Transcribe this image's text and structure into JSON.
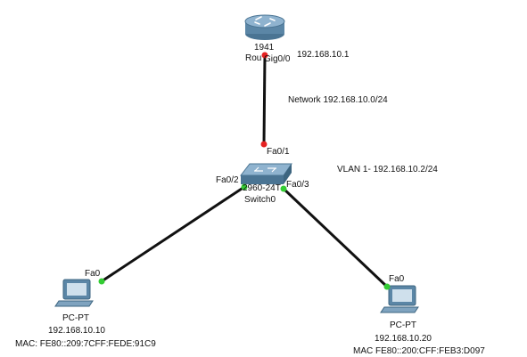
{
  "colors": {
    "link": "#111111",
    "port_up": "#33cc33",
    "port_down": "#e52222",
    "device_blue": "#5b86a6",
    "background": "#ffffff"
  },
  "router": {
    "icon": "router-icon",
    "model": "1941",
    "name": "Rou",
    "port": "Gig0/0",
    "ip": "192.168.10.1"
  },
  "switch": {
    "icon": "switch-icon",
    "model": "2960-24T",
    "name": "Switch0",
    "port_uplink": "Fa0/1",
    "port_pc0": "Fa0/2",
    "port_pc1": "Fa0/3",
    "vlan": "VLAN 1- 192.168.10.2/24"
  },
  "network_label": "Network 192.168.10.0/24",
  "pcs": [
    {
      "icon": "pc-icon",
      "port": "Fa0",
      "type": "PC-PT",
      "ip": "192.168.10.10",
      "mac": "MAC: FE80::209:7CFF:FEDE:91C9"
    },
    {
      "icon": "pc-icon",
      "port": "Fa0",
      "type": "PC-PT",
      "ip": "192.168.10.20",
      "mac": "MAC FE80::200:CFF:FEB3:D097"
    }
  ]
}
